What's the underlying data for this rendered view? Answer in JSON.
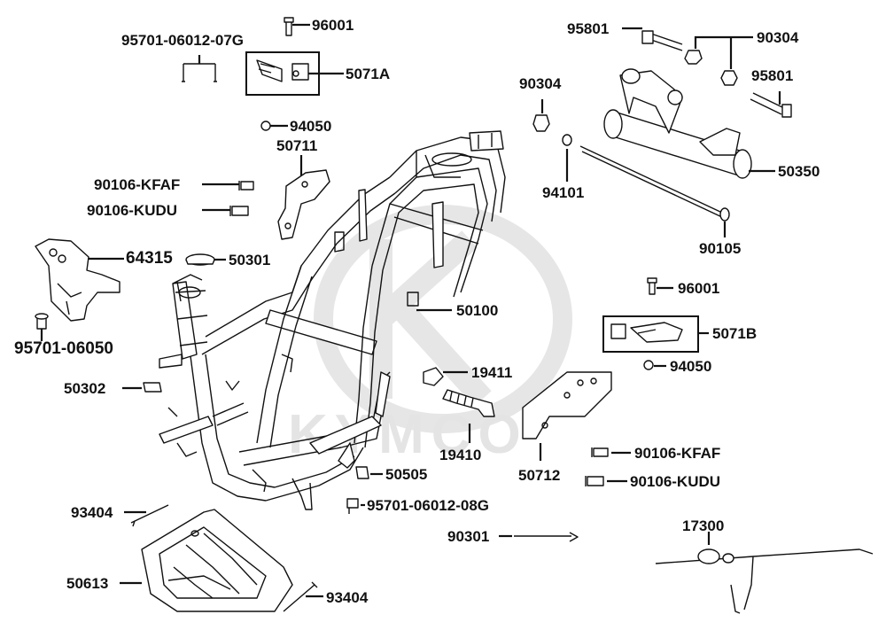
{
  "diagram": {
    "watermark": {
      "brand": "KYMCO"
    },
    "callouts": [
      {
        "id": "c96001a",
        "text": "96001"
      },
      {
        "id": "c95701_07g",
        "text": "95701-06012-07G"
      },
      {
        "id": "c5071a",
        "text": "5071A"
      },
      {
        "id": "c94050a",
        "text": "94050"
      },
      {
        "id": "c50711",
        "text": "50711"
      },
      {
        "id": "c90106_kfaf_a",
        "text": "90106-KFAF"
      },
      {
        "id": "c90106_kudu_a",
        "text": "90106-KUDU"
      },
      {
        "id": "c64315",
        "text": "64315"
      },
      {
        "id": "c50301",
        "text": "50301"
      },
      {
        "id": "c95701_06050",
        "text": "95701-06050"
      },
      {
        "id": "c50302",
        "text": "50302"
      },
      {
        "id": "c93404a",
        "text": "93404"
      },
      {
        "id": "c50613",
        "text": "50613"
      },
      {
        "id": "c93404b",
        "text": "93404"
      },
      {
        "id": "c95801a",
        "text": "95801"
      },
      {
        "id": "c90304a",
        "text": "90304"
      },
      {
        "id": "c90304b",
        "text": "90304"
      },
      {
        "id": "c95801b",
        "text": "95801"
      },
      {
        "id": "c50350",
        "text": "50350"
      },
      {
        "id": "c94101",
        "text": "94101"
      },
      {
        "id": "c90105",
        "text": "90105"
      },
      {
        "id": "c96001b",
        "text": "96001"
      },
      {
        "id": "c5071b",
        "text": "5071B"
      },
      {
        "id": "c94050b",
        "text": "94050"
      },
      {
        "id": "c50100",
        "text": "50100"
      },
      {
        "id": "c19411",
        "text": "19411"
      },
      {
        "id": "c19410",
        "text": "19410"
      },
      {
        "id": "c50712",
        "text": "50712"
      },
      {
        "id": "c90106_kfaf_b",
        "text": "90106-KFAF"
      },
      {
        "id": "c90106_kudu_b",
        "text": "90106-KUDU"
      },
      {
        "id": "c50505",
        "text": "50505"
      },
      {
        "id": "c95701_08g",
        "text": "95701-06012-08G"
      },
      {
        "id": "c90301",
        "text": "90301"
      },
      {
        "id": "c17300",
        "text": "17300"
      }
    ]
  }
}
